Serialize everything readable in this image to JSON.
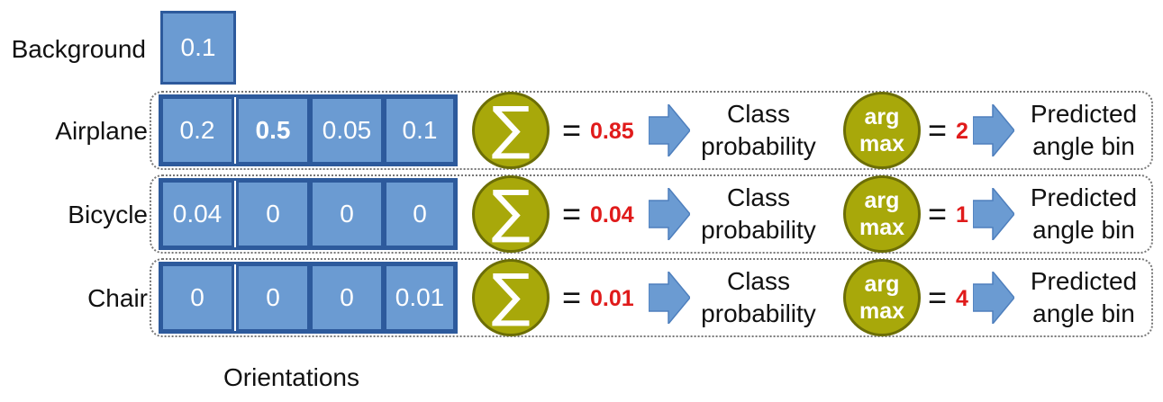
{
  "background": {
    "label": "Background",
    "value": "0.1"
  },
  "rows": [
    {
      "label": "Airplane",
      "cells": [
        "0.2",
        "0.5",
        "0.05",
        "0.1"
      ],
      "bold_index": 1,
      "sum": "0.85",
      "argmax": "2"
    },
    {
      "label": "Bicycle",
      "cells": [
        "0.04",
        "0",
        "0",
        "0"
      ],
      "bold_index": -1,
      "sum": "0.04",
      "argmax": "1"
    },
    {
      "label": "Chair",
      "cells": [
        "0",
        "0",
        "0",
        "0.01"
      ],
      "bold_index": -1,
      "sum": "0.01",
      "argmax": "4"
    }
  ],
  "sum_symbol": "∑",
  "equals": "=",
  "argmax_text": {
    "line1": "arg",
    "line2": "max"
  },
  "class_probability": {
    "line1": "Class",
    "line2": "probability"
  },
  "predicted_angle_bin": {
    "line1": "Predicted",
    "line2": "angle bin"
  },
  "x_caption": "Orientations",
  "colors": {
    "cell_fill": "#6b9bd2",
    "cell_border": "#2d5a9c",
    "circle_fill": "#a8a80a",
    "arrow_fill": "#6b9bd2",
    "value_red": "#e01b1b"
  }
}
